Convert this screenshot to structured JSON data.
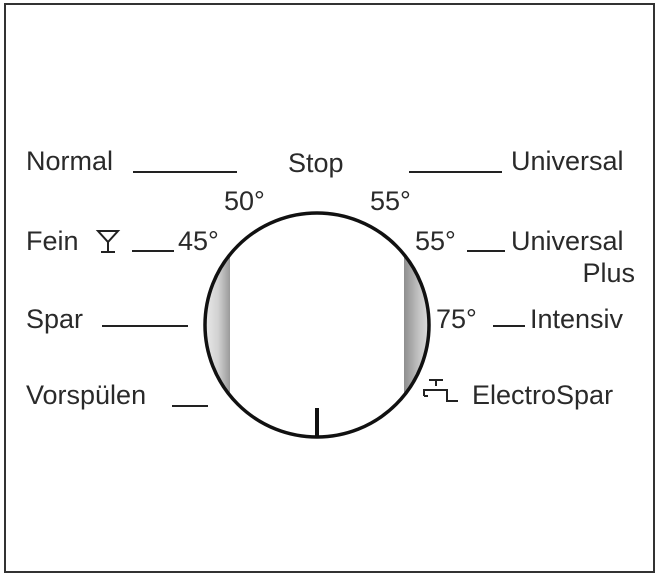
{
  "dial": {
    "left": {
      "normal": "Normal",
      "fein": "Fein",
      "spar": "Spar",
      "vorspuelen": "Vorspülen"
    },
    "right": {
      "universal": "Universal",
      "universal_plus_1": "Universal",
      "universal_plus_2": "Plus",
      "intensiv": "Intensiv",
      "electrospar": "ElectroSpar"
    },
    "top": {
      "stop": "Stop"
    },
    "temps": {
      "t50": "50°",
      "t55_top": "55°",
      "t45": "45°",
      "t55_right": "55°",
      "t75": "75°"
    },
    "icons": {
      "fein": "wine-glass-icon",
      "electrospar": "tap-icon"
    }
  }
}
